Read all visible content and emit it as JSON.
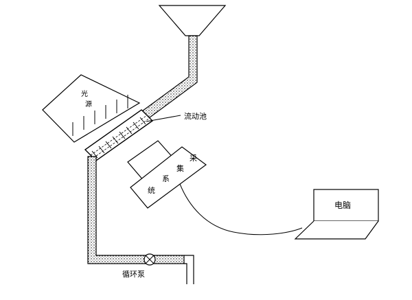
{
  "labels": {
    "flow_cell": "流动池",
    "circulation_pump": "循环泵",
    "computer": "电脑",
    "acquisition_chars": [
      "采",
      "集",
      "系",
      "统"
    ],
    "sensor_chars": [
      "光",
      "源"
    ]
  }
}
